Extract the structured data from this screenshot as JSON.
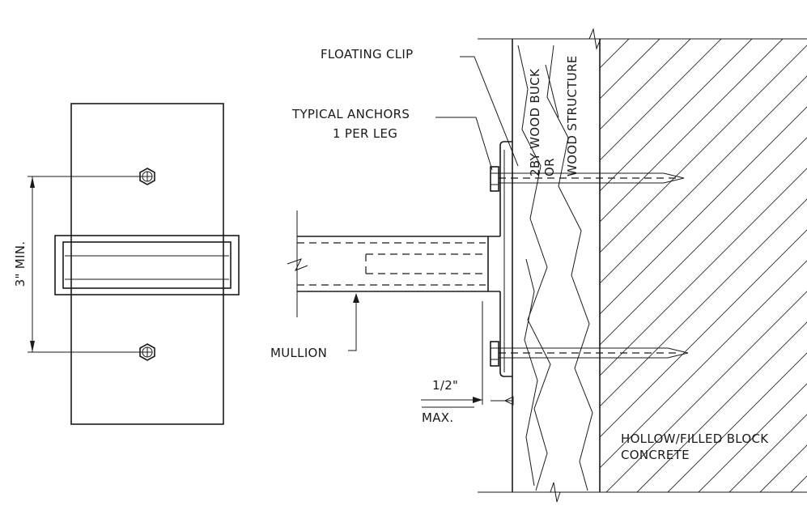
{
  "labels": {
    "floating_clip": "FLOATING CLIP",
    "typical_anchors_1": "TYPICAL ANCHORS",
    "typical_anchors_2": "1 PER LEG",
    "wood_buck_1": "2BY WOOD BUCK",
    "wood_buck_2": "OR",
    "wood_buck_3": "WOOD STRUCTURE",
    "mullion": "MULLION",
    "half_inch": "1/2\"",
    "max": "MAX.",
    "three_min": "3\" MIN.",
    "block_1": "HOLLOW/FILLED BLOCK",
    "block_2": "CONCRETE"
  },
  "colors": {
    "ink": "#1a1a1a",
    "paper": "#ffffff"
  }
}
